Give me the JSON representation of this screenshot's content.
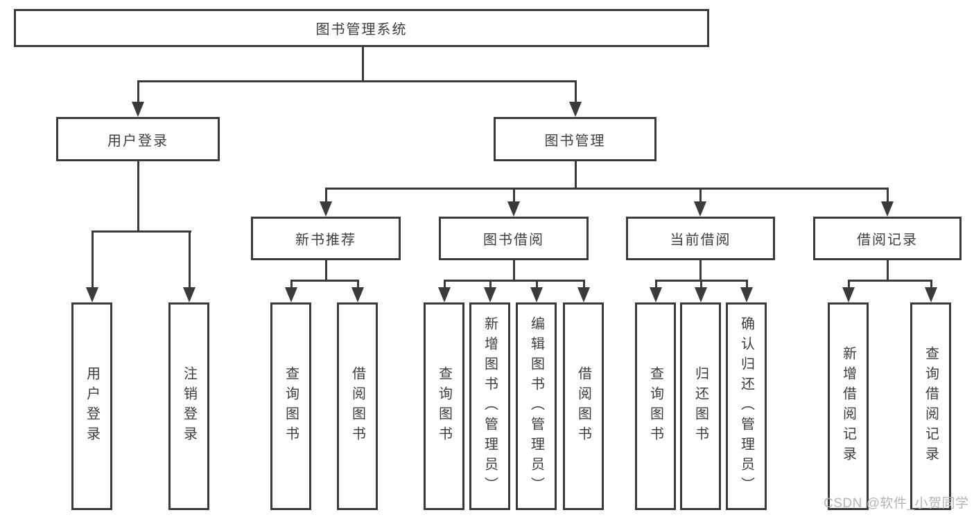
{
  "diagram_title": "图书管理系统",
  "watermark": "CSDN @软件_小贺同学",
  "colors": {
    "line": "#3a3a3a",
    "text": "#3d3d3d",
    "watermark": "#b5b5b5",
    "background": "#ffffff"
  },
  "tree": {
    "root": "图书管理系统",
    "level2": [
      {
        "label": "用户登录",
        "leaves": [
          "用户登录",
          "注销登录"
        ]
      },
      {
        "label": "图书管理",
        "groups": [
          {
            "label": "新书推荐",
            "leaves": [
              "查询图书",
              "借阅图书"
            ]
          },
          {
            "label": "图书借阅",
            "leaves": [
              "查询图书",
              "新增图书（管理员）",
              "编辑图书（管理员）",
              "借阅图书"
            ]
          },
          {
            "label": "当前借阅",
            "leaves": [
              "查询图书",
              "归还图书",
              "确认归还（管理员）"
            ]
          },
          {
            "label": "借阅记录",
            "leaves": [
              "新增借阅记录",
              "查询借阅记录"
            ]
          }
        ]
      }
    ]
  }
}
